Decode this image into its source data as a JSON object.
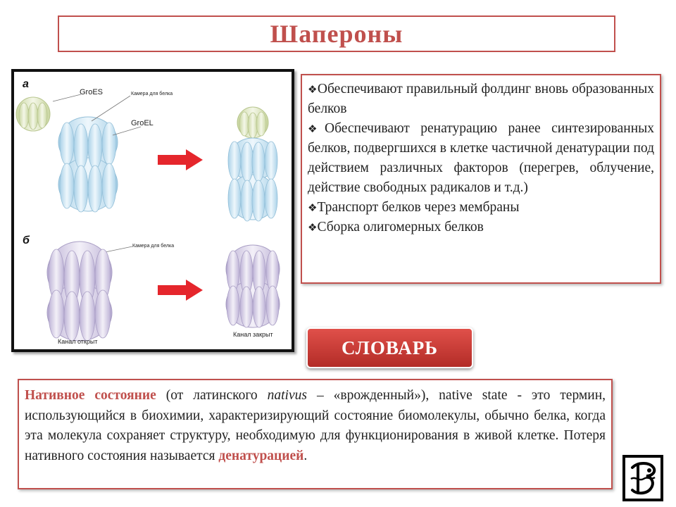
{
  "slide": {
    "title": "Шапероны"
  },
  "figure": {
    "label_a": "а",
    "label_b": "б",
    "groes": "GroES",
    "chamber_a": "Камера для белка",
    "groel": "GroEL",
    "chamber_b": "Камера для белка",
    "open": "Канал открыт",
    "closed": "Канал закрыт"
  },
  "functions": {
    "items": [
      "Обеспечивают правильный фолдинг вновь образованных белков",
      "Обеспечивают ренатурацию ранее синтезированных белков, подвергшихся в клетке частичной денатурации под действием различных факторов (перегрев, облучение, действие свободных радикалов и т.д.)",
      "Транспорт белков через мембраны",
      "Сборка олигомерных белков"
    ]
  },
  "dictionary": {
    "button_label": "СЛОВАРЬ"
  },
  "definition": {
    "term": "Нативное состояние",
    "part1": " (от латинского ",
    "latin": "nativus",
    "part2": " – «врожденный»), native state - это термин, использующийся в биохимии, характеризирующий состояние биомолекулы, обычно белка, когда эта молекула сохраняет структуру, необходимую для функционирования в живой клетке. Потеря нативного состояния называется ",
    "term2": "денатурацией",
    "end": "."
  },
  "colors": {
    "accent": "#c0504d",
    "groes": "#dfe7c6",
    "groel": "#cfe7f3",
    "purple": "#dcd5ea",
    "arrow": "#e5262c"
  }
}
